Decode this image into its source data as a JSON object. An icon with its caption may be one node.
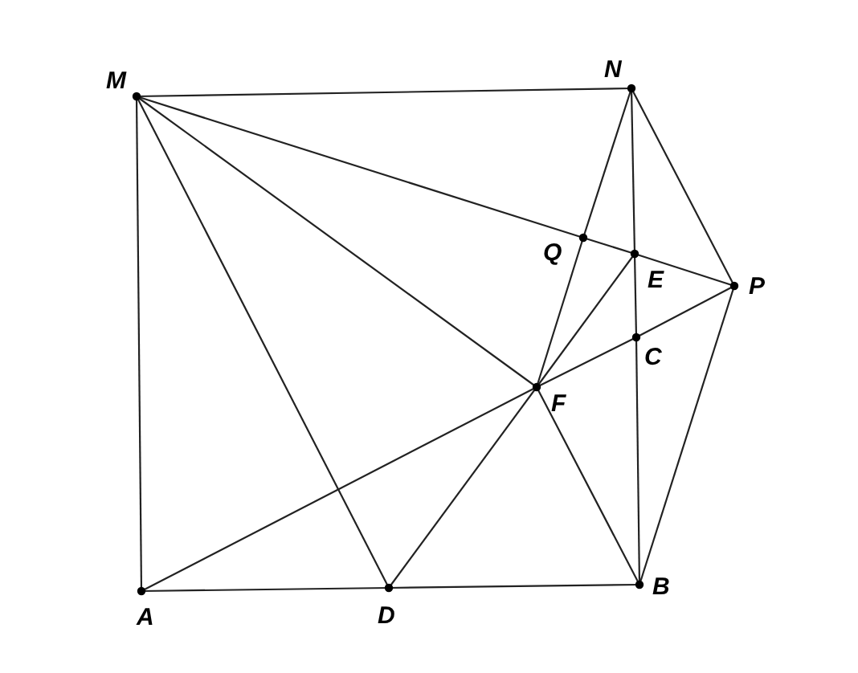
{
  "diagram": {
    "nodes": [
      {
        "text": [
          "M"
        ]
      },
      {
        "text": [
          "N"
        ]
      },
      {
        "text": [
          "Q"
        ]
      },
      {
        "text": [
          "E"
        ]
      },
      {
        "text": [
          "P"
        ]
      },
      {
        "text": [
          "C"
        ]
      },
      {
        "text": [
          "F"
        ]
      },
      {
        "text": [
          "A"
        ]
      },
      {
        "text": [
          "D"
        ]
      },
      {
        "text": [
          "B"
        ]
      }
    ],
    "edges": [
      {
        "from": 0,
        "to": 1,
        "arrow": "none"
      },
      {
        "from": 0,
        "to": 7,
        "arrow": "none"
      },
      {
        "from": 7,
        "to": 8,
        "arrow": "none"
      },
      {
        "from": 8,
        "to": 9,
        "arrow": "none"
      },
      {
        "from": 0,
        "to": 8,
        "arrow": "none"
      },
      {
        "from": 0,
        "to": 6,
        "arrow": "none"
      },
      {
        "from": 6,
        "to": 9,
        "arrow": "none"
      },
      {
        "from": 0,
        "to": 2,
        "arrow": "none"
      },
      {
        "from": 2,
        "to": 3,
        "arrow": "none"
      },
      {
        "from": 3,
        "to": 4,
        "arrow": "none"
      },
      {
        "from": 1,
        "to": 3,
        "arrow": "none"
      },
      {
        "from": 3,
        "to": 5,
        "arrow": "none"
      },
      {
        "from": 5,
        "to": 9,
        "arrow": "none"
      },
      {
        "from": 1,
        "to": 4,
        "arrow": "none"
      },
      {
        "from": 4,
        "to": 9,
        "arrow": "none"
      },
      {
        "from": 7,
        "to": 6,
        "arrow": "none"
      },
      {
        "from": 6,
        "to": 5,
        "arrow": "none"
      },
      {
        "from": 5,
        "to": 4,
        "arrow": "none"
      },
      {
        "from": 1,
        "to": 2,
        "arrow": "none"
      },
      {
        "from": 2,
        "to": 6,
        "arrow": "none"
      },
      {
        "from": 8,
        "to": 6,
        "arrow": "none"
      },
      {
        "from": 6,
        "to": 3,
        "arrow": "none"
      }
    ]
  }
}
